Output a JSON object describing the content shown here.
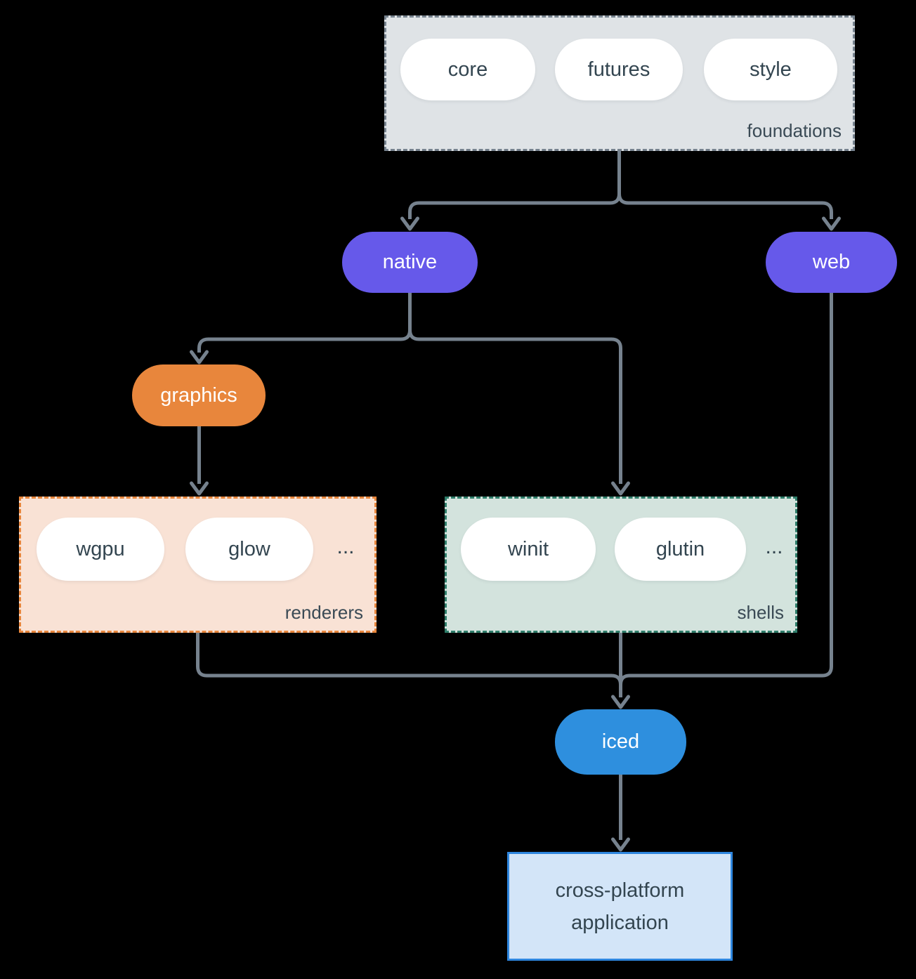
{
  "background_color": "#000000",
  "groups": {
    "foundations": {
      "label": "foundations",
      "items": [
        "core",
        "futures",
        "style"
      ]
    },
    "renderers": {
      "label": "renderers",
      "items": [
        "wgpu",
        "glow"
      ],
      "ellipsis": "..."
    },
    "shells": {
      "label": "shells",
      "items": [
        "winit",
        "glutin"
      ],
      "ellipsis": "..."
    }
  },
  "nodes": {
    "native": {
      "label": "native",
      "color": "#6659EA"
    },
    "web": {
      "label": "web",
      "color": "#6659EA"
    },
    "graphics": {
      "label": "graphics",
      "color": "#E8863C"
    },
    "iced": {
      "label": "iced",
      "color": "#2E8FDE"
    },
    "application": {
      "label": "cross-platform application"
    }
  },
  "colors": {
    "connector": "#76828E",
    "foundations_fill": "#DFE3E6",
    "foundations_border": "#76828E",
    "renderers_fill": "#F9E2D5",
    "renderers_border": "#E8863C",
    "shells_fill": "#D3E3DD",
    "shells_border": "#2E7D6A",
    "application_fill": "#D3E5F8",
    "application_border": "#2E86DE",
    "pill_text": "#334550",
    "label_text": "#3A4A55"
  }
}
